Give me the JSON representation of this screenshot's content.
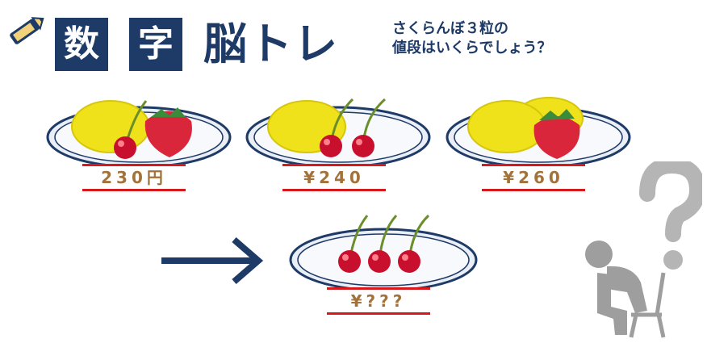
{
  "title": {
    "box1": "数",
    "box2": "字",
    "rest": "脳トレ"
  },
  "question": {
    "line1": "さくらんぼ３粒の",
    "line2": "値段はいくらでしょう？"
  },
  "plates": [
    {
      "price": "230円"
    },
    {
      "price": "¥240"
    },
    {
      "price": "¥260"
    },
    {
      "price": "¥???"
    }
  ],
  "colors": {
    "navy": "#1e3a66",
    "red": "#d7191c",
    "price_text": "#a3723a",
    "lemon": "#f0e21a",
    "cherry": "#c8102e",
    "strawberry": "#d9263b",
    "person": "#9e9e9e"
  },
  "icons": {
    "pencil": "pencil-icon",
    "question": "question-mark-icon",
    "person": "thinking-person-icon",
    "arrow": "right-arrow-icon"
  }
}
